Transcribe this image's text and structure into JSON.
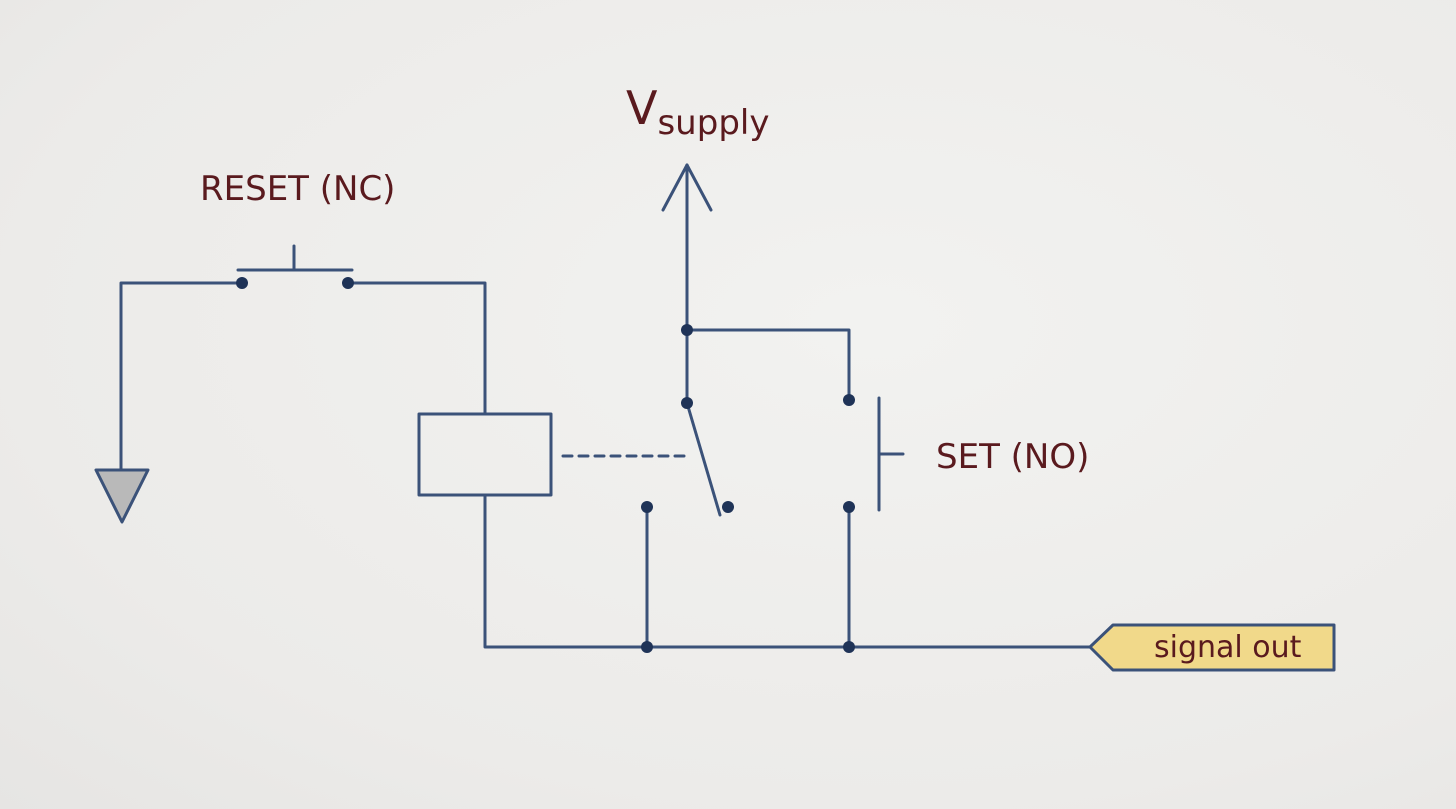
{
  "labels": {
    "supply_main": "V",
    "supply_sub": "supply",
    "reset": "RESET (NC)",
    "set": "SET (NO)",
    "output": "signal out"
  },
  "colors": {
    "wire": "#3b5279",
    "node": "#1f3357",
    "text": "#5a1a1e",
    "output_tag_fill": "#f1d98a",
    "ground_fill": "#b9b9b9",
    "background": "#eeeeec"
  }
}
